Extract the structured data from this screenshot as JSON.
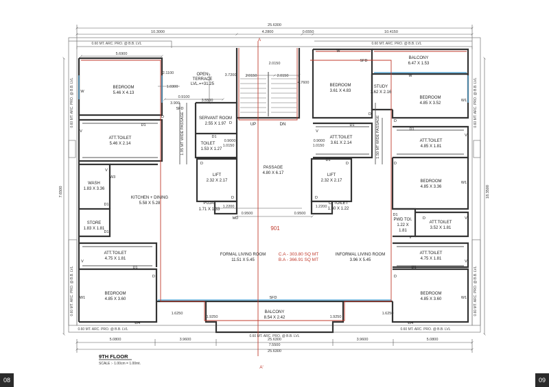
{
  "title": "9TH FLOOR",
  "scale": "SCALE :- 1.00cm = 1.00mt.",
  "unit_label": "901",
  "area_ca": "C.A - 303.80 SQ MT",
  "area_ba": "B.A - 366.91 SQ MT",
  "section_mark": "A",
  "section_mark_prime": "A'",
  "pages": {
    "left": "08",
    "right": "09"
  },
  "colors": {
    "wall": "#333333",
    "accent": "#c0392b",
    "glass": "#5aa9d6",
    "dim": "#555555"
  },
  "projection_label": "0.60 MT. ARC. PRO. @ B.B. LVL",
  "projection_label_top": "0.60 MT. ARC. PRO. @ B.B. LVL",
  "dims": {
    "overall_top": "25.6300",
    "overall_bottom": "25.6300",
    "top_left": "10.3000",
    "top_mid": "4.2800",
    "top_mid2": "0.6550",
    "top_right": "10.4150",
    "bedroom_tl_width": "5.6900",
    "left_height": "7.6500",
    "right_height": "18.3500",
    "bottom_a": "5.0800",
    "bottom_b": "3.9600",
    "bottom_c": "7.5500",
    "bottom_d": "3.9600",
    "bottom_e": "5.0800",
    "d_21100": "2.1100",
    "d_10300": "1.0300",
    "d_09100": "0.9100",
    "d_35500": "3.5500",
    "d_37200": "3.7200",
    "d_20150a": "2.0150",
    "d_20150b": "2.0150",
    "d_20150c": "2.0150",
    "d_47600": "4.7600",
    "d_09000a": "0.9000",
    "d_10150a": "1.0150",
    "d_09000b": "0.9000",
    "d_10150b": "1.0150",
    "d_12200a": "1.2200",
    "d_12200b": "1.2200",
    "d_09500a": "0.9500",
    "d_09500b": "0.9500",
    "d_16250a": "1.6250",
    "d_19250a": "1.9250",
    "d_19250b": "1.9250",
    "d_16250b": "1.6250",
    "d_3900": "3.900"
  },
  "rooms": {
    "bedroom_tl": {
      "name": "BEDROOM",
      "size": "5.46 X 4.13"
    },
    "open_terrace": {
      "name": "OPEN",
      "name2": "TERRACE",
      "name3": "LVL.=+31.25"
    },
    "att_toilet_l1": {
      "name": "ATT.TOILET",
      "size": "5.46 X 2.14"
    },
    "servant_room": {
      "name": "SERVANT ROOM",
      "size": "2.55 X 1.97"
    },
    "toilet": {
      "name": "TOILET",
      "size": "1.53 X 1.27"
    },
    "lift_l": {
      "name": "LIFT",
      "size": "2.32 X 2.17"
    },
    "puja": {
      "name": "PUJA",
      "size": "1.71 X 1.33"
    },
    "passage": {
      "name": "PASSAGE",
      "size": "4.80 X 6.17"
    },
    "lift_r": {
      "name": "LIFT",
      "size": "2.32 X 2.17"
    },
    "c_toilet": {
      "name": "C. TOILET",
      "size": "1.60 X 1.22"
    },
    "att_toilet_mid": {
      "name": "ATT.TOILET",
      "size": "3.61 X 2.14"
    },
    "bedroom_tr": {
      "name": "BEDROOM",
      "size": "3.61 X 4.83"
    },
    "balcony_tr": {
      "name": "BALCONY",
      "size": "6.47 X 1.53"
    },
    "study": {
      "name": "STUDY",
      "size": "1.62 X 2.16"
    },
    "bedroom_r1": {
      "name": "BEDROOM",
      "size": "4.85 X 3.52"
    },
    "att_toilet_r1": {
      "name": "ATT.TOILET",
      "size": "4.85 X 1.81"
    },
    "bedroom_r2": {
      "name": "BEDROOM",
      "size": "4.85 X 3.36"
    },
    "pwd_toilet": {
      "name": "PWD TOI.",
      "size1": "1.22 X",
      "size2": "1.81"
    },
    "att_toilet_r2": {
      "name": "ATT.TOILET",
      "size": "3.52 X 1.81"
    },
    "att_toilet_r3": {
      "name": "ATT.TOILET",
      "size": "4.75 X 1.81"
    },
    "bedroom_br": {
      "name": "BEDROOM",
      "size": "4.85 X 3.60"
    },
    "wash": {
      "name": "WASH",
      "size": "1.83 X 3.36"
    },
    "kitchen": {
      "name": "KITCHEN + DINING",
      "size": "5.58 X 5.28"
    },
    "store": {
      "name": "STORE",
      "size": "1.83 X 1.81"
    },
    "att_toilet_l2": {
      "name": "ATT.TOILET",
      "size": "4.75 X 1.81"
    },
    "bedroom_bl": {
      "name": "BEDROOM",
      "size": "4.85 X 3.60"
    },
    "formal_living": {
      "name": "FORMAL LIVING ROOM",
      "size": "11.51 X 5.45"
    },
    "informal_living": {
      "name": "INFORMAL LIVING ROOM",
      "size": "3.96 X 5.45"
    },
    "balcony_bottom": {
      "name": "BALCONY",
      "size": "8.54 X 2.42"
    }
  },
  "passages": {
    "left": "1.95 MT WIDE PASSAGE",
    "right": "1.50 MT WIDE PASSAGE"
  },
  "stair": {
    "up": "UP",
    "dn": "DN"
  },
  "tags": {
    "D": "D",
    "D1": "D1",
    "W": "W",
    "W1": "W1",
    "W3": "W3",
    "W4": "W4",
    "V": "V",
    "SFD": "SFD",
    "MD": "MD"
  }
}
